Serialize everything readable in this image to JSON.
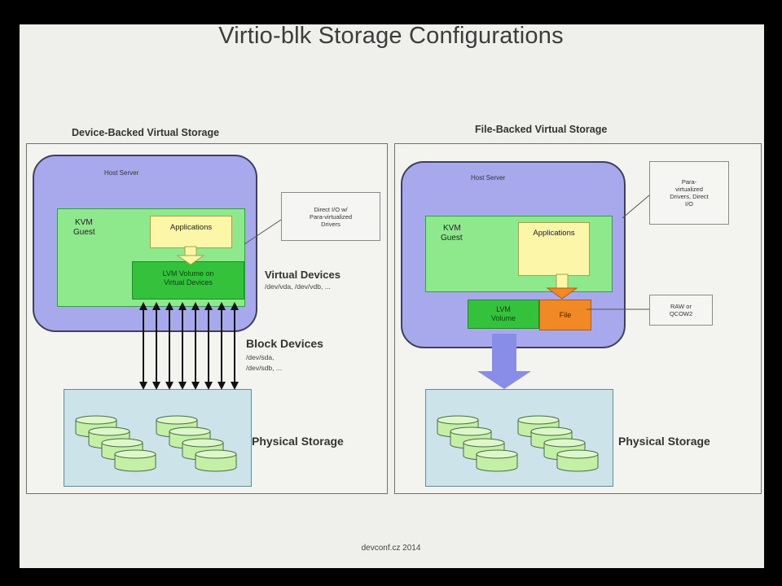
{
  "title": "Virtio-blk Storage Configurations",
  "left": {
    "panel_title": "Device-Backed Virtual Storage",
    "host_label": "Host Server",
    "guest_label_1": "KVM",
    "guest_label_2": "Guest",
    "apps_label": "Applications",
    "lvm_line1": "LVM Volume on",
    "lvm_line2": "Virtual Devices",
    "callout_1": "Direct I/O w/",
    "callout_2": "Para-virtualized",
    "callout_3": "Drivers",
    "virtual_devices_label": "Virtual Devices",
    "virtual_devices_sub": "/dev/vda, /dev/vdb, ...",
    "block_devices_label": "Block Devices",
    "block_devices_sub1": "/dev/sda,",
    "block_devices_sub2": "/dev/sdb, ...",
    "physical_storage_label": "Physical Storage"
  },
  "right": {
    "panel_title": "File-Backed Virtual Storage",
    "host_label": "Host Server",
    "guest_label_1": "KVM",
    "guest_label_2": "Guest",
    "apps_label": "Applications",
    "lvm_line1": "LVM",
    "lvm_line2": "Volume",
    "file_label": "File",
    "callout_top_1": "Para-",
    "callout_top_2": "virtualized",
    "callout_top_3": "Drivers, Direct",
    "callout_top_4": "I/O",
    "callout_fs_1": "RAW or",
    "callout_fs_2": "QCOW2",
    "physical_storage_label": "Physical Storage"
  },
  "footer": "devconf.cz 2014",
  "colors": {
    "host": "#a8a9ec",
    "guest": "#8ee88c",
    "applications": "#fbf6a8",
    "lvm": "#34c13c",
    "file": "#f18a24",
    "storage": "#cde3ea",
    "disk": "#c4f0a6",
    "arrow": "#8a8de8"
  }
}
